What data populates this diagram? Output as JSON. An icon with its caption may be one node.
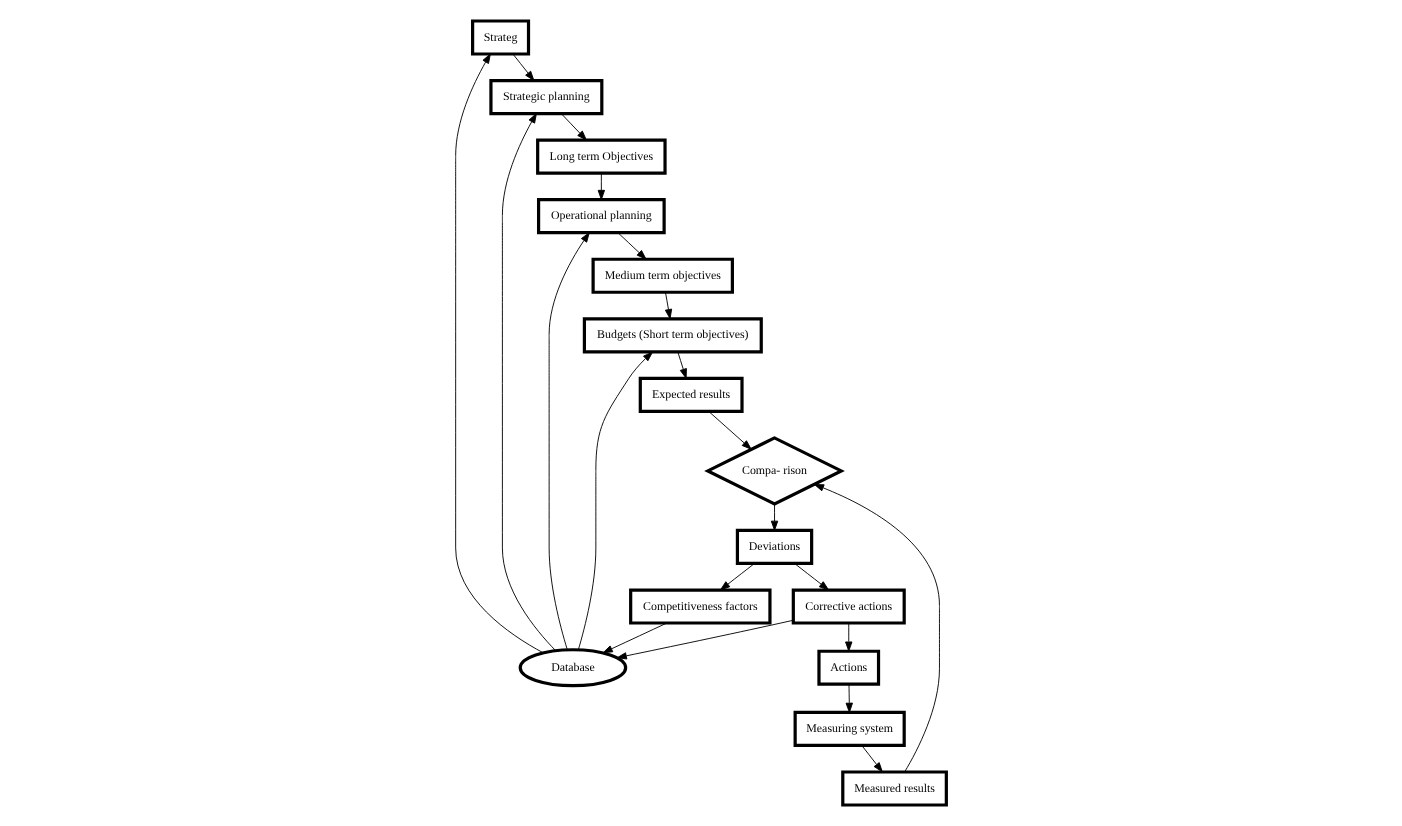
{
  "diagram": {
    "nodes": [
      {
        "text": [
          "Strateg"
        ]
      },
      {
        "text": [
          "Strategic planning"
        ]
      },
      {
        "text": [
          "Operational planning"
        ]
      },
      {
        "text": [
          "Budgets (Short term objectives)"
        ]
      },
      {
        "text": [
          "Long term Objectives"
        ]
      },
      {
        "text": [
          "Medium term objectives"
        ]
      },
      {
        "text": [
          "Expected results"
        ]
      },
      {
        "text": [
          "Database"
        ]
      },
      {
        "text": [
          "Competitiveness factors"
        ]
      },
      {
        "text": [
          "Deviations"
        ]
      },
      {
        "text": [
          "Compa- rison"
        ]
      },
      {
        "text": [
          "Corrective actions"
        ]
      },
      {
        "text": [
          "Actions"
        ]
      },
      {
        "text": [
          "Measuring system"
        ]
      },
      {
        "text": [
          "Measured results"
        ]
      }
    ],
    "edges": [
      {
        "from": 7,
        "to": 0,
        "arrow": "to"
      },
      {
        "from": 7,
        "to": 1,
        "arrow": "to"
      },
      {
        "from": 7,
        "to": 2,
        "arrow": "to"
      },
      {
        "from": 7,
        "to": 3,
        "arrow": "to"
      },
      {
        "from": 0,
        "to": 1,
        "arrow": "to"
      },
      {
        "from": 1,
        "to": 4,
        "arrow": "to"
      },
      {
        "from": 4,
        "to": 2,
        "arrow": "to"
      },
      {
        "from": 2,
        "to": 5,
        "arrow": "to"
      },
      {
        "from": 5,
        "to": 3,
        "arrow": "to"
      },
      {
        "from": 3,
        "to": 6,
        "arrow": "to"
      },
      {
        "from": 6,
        "to": 10,
        "arrow": "to"
      },
      {
        "from": 10,
        "to": 9,
        "arrow": "to"
      },
      {
        "from": 9,
        "to": 8,
        "arrow": "to"
      },
      {
        "from": 9,
        "to": 11,
        "arrow": "to"
      },
      {
        "from": 8,
        "to": 7,
        "arrow": "to"
      },
      {
        "from": 11,
        "to": 7,
        "arrow": "to"
      },
      {
        "from": 11,
        "to": 12,
        "arrow": "to"
      },
      {
        "from": 12,
        "to": 13,
        "arrow": "to"
      },
      {
        "from": 13,
        "to": 14,
        "arrow": "to"
      },
      {
        "from": 14,
        "to": 10,
        "arrow": "to"
      }
    ]
  }
}
